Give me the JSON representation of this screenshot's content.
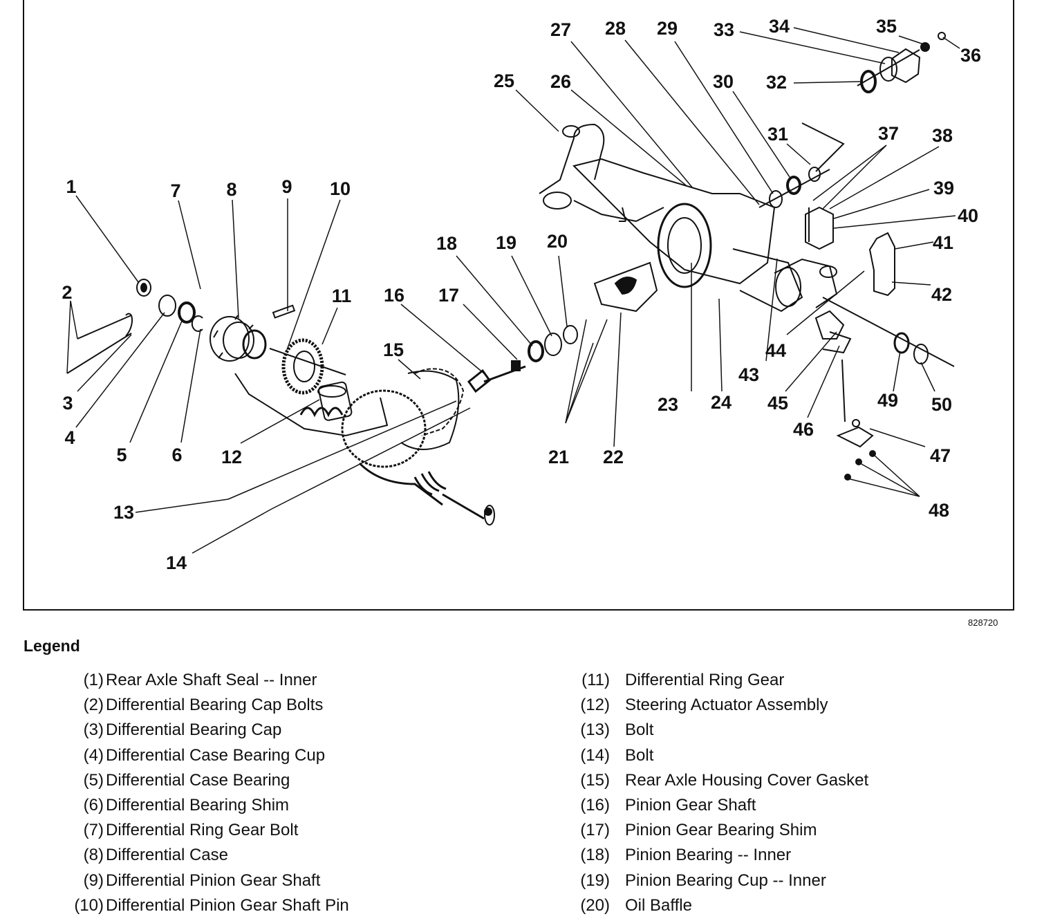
{
  "figure_id": "828720",
  "legend_title": "Legend",
  "legend_left": [
    {
      "num": "(1)",
      "text": "Rear Axle Shaft Seal -- Inner"
    },
    {
      "num": "(2)",
      "text": "Differential Bearing Cap Bolts"
    },
    {
      "num": "(3)",
      "text": "Differential Bearing Cap"
    },
    {
      "num": "(4)",
      "text": "Differential Case Bearing Cup"
    },
    {
      "num": "(5)",
      "text": "Differential Case Bearing"
    },
    {
      "num": "(6)",
      "text": "Differential Bearing Shim"
    },
    {
      "num": "(7)",
      "text": "Differential Ring Gear Bolt"
    },
    {
      "num": "(8)",
      "text": "Differential Case"
    },
    {
      "num": "(9)",
      "text": "Differential Pinion Gear Shaft"
    },
    {
      "num": "(10)",
      "text": "Differential Pinion Gear Shaft Pin"
    }
  ],
  "legend_right": [
    {
      "num": "(11)",
      "text": "Differential Ring Gear"
    },
    {
      "num": "(12)",
      "text": "Steering Actuator Assembly"
    },
    {
      "num": "(13)",
      "text": "Bolt"
    },
    {
      "num": "(14)",
      "text": "Bolt"
    },
    {
      "num": "(15)",
      "text": "Rear Axle Housing Cover Gasket"
    },
    {
      "num": "(16)",
      "text": "Pinion Gear Shaft"
    },
    {
      "num": "(17)",
      "text": "Pinion Gear Bearing Shim"
    },
    {
      "num": "(18)",
      "text": "Pinion Bearing -- Inner"
    },
    {
      "num": "(19)",
      "text": "Pinion Bearing Cup -- Inner"
    },
    {
      "num": "(20)",
      "text": "Oil Baffle"
    }
  ],
  "callouts": [
    "1",
    "2",
    "3",
    "4",
    "5",
    "6",
    "7",
    "8",
    "9",
    "10",
    "11",
    "12",
    "13",
    "14",
    "15",
    "16",
    "17",
    "18",
    "19",
    "20",
    "21",
    "22",
    "23",
    "24",
    "25",
    "26",
    "27",
    "28",
    "29",
    "30",
    "31",
    "32",
    "33",
    "34",
    "35",
    "36",
    "37",
    "38",
    "39",
    "40",
    "41",
    "42",
    "43",
    "44",
    "45",
    "46",
    "47",
    "48",
    "49",
    "50"
  ]
}
